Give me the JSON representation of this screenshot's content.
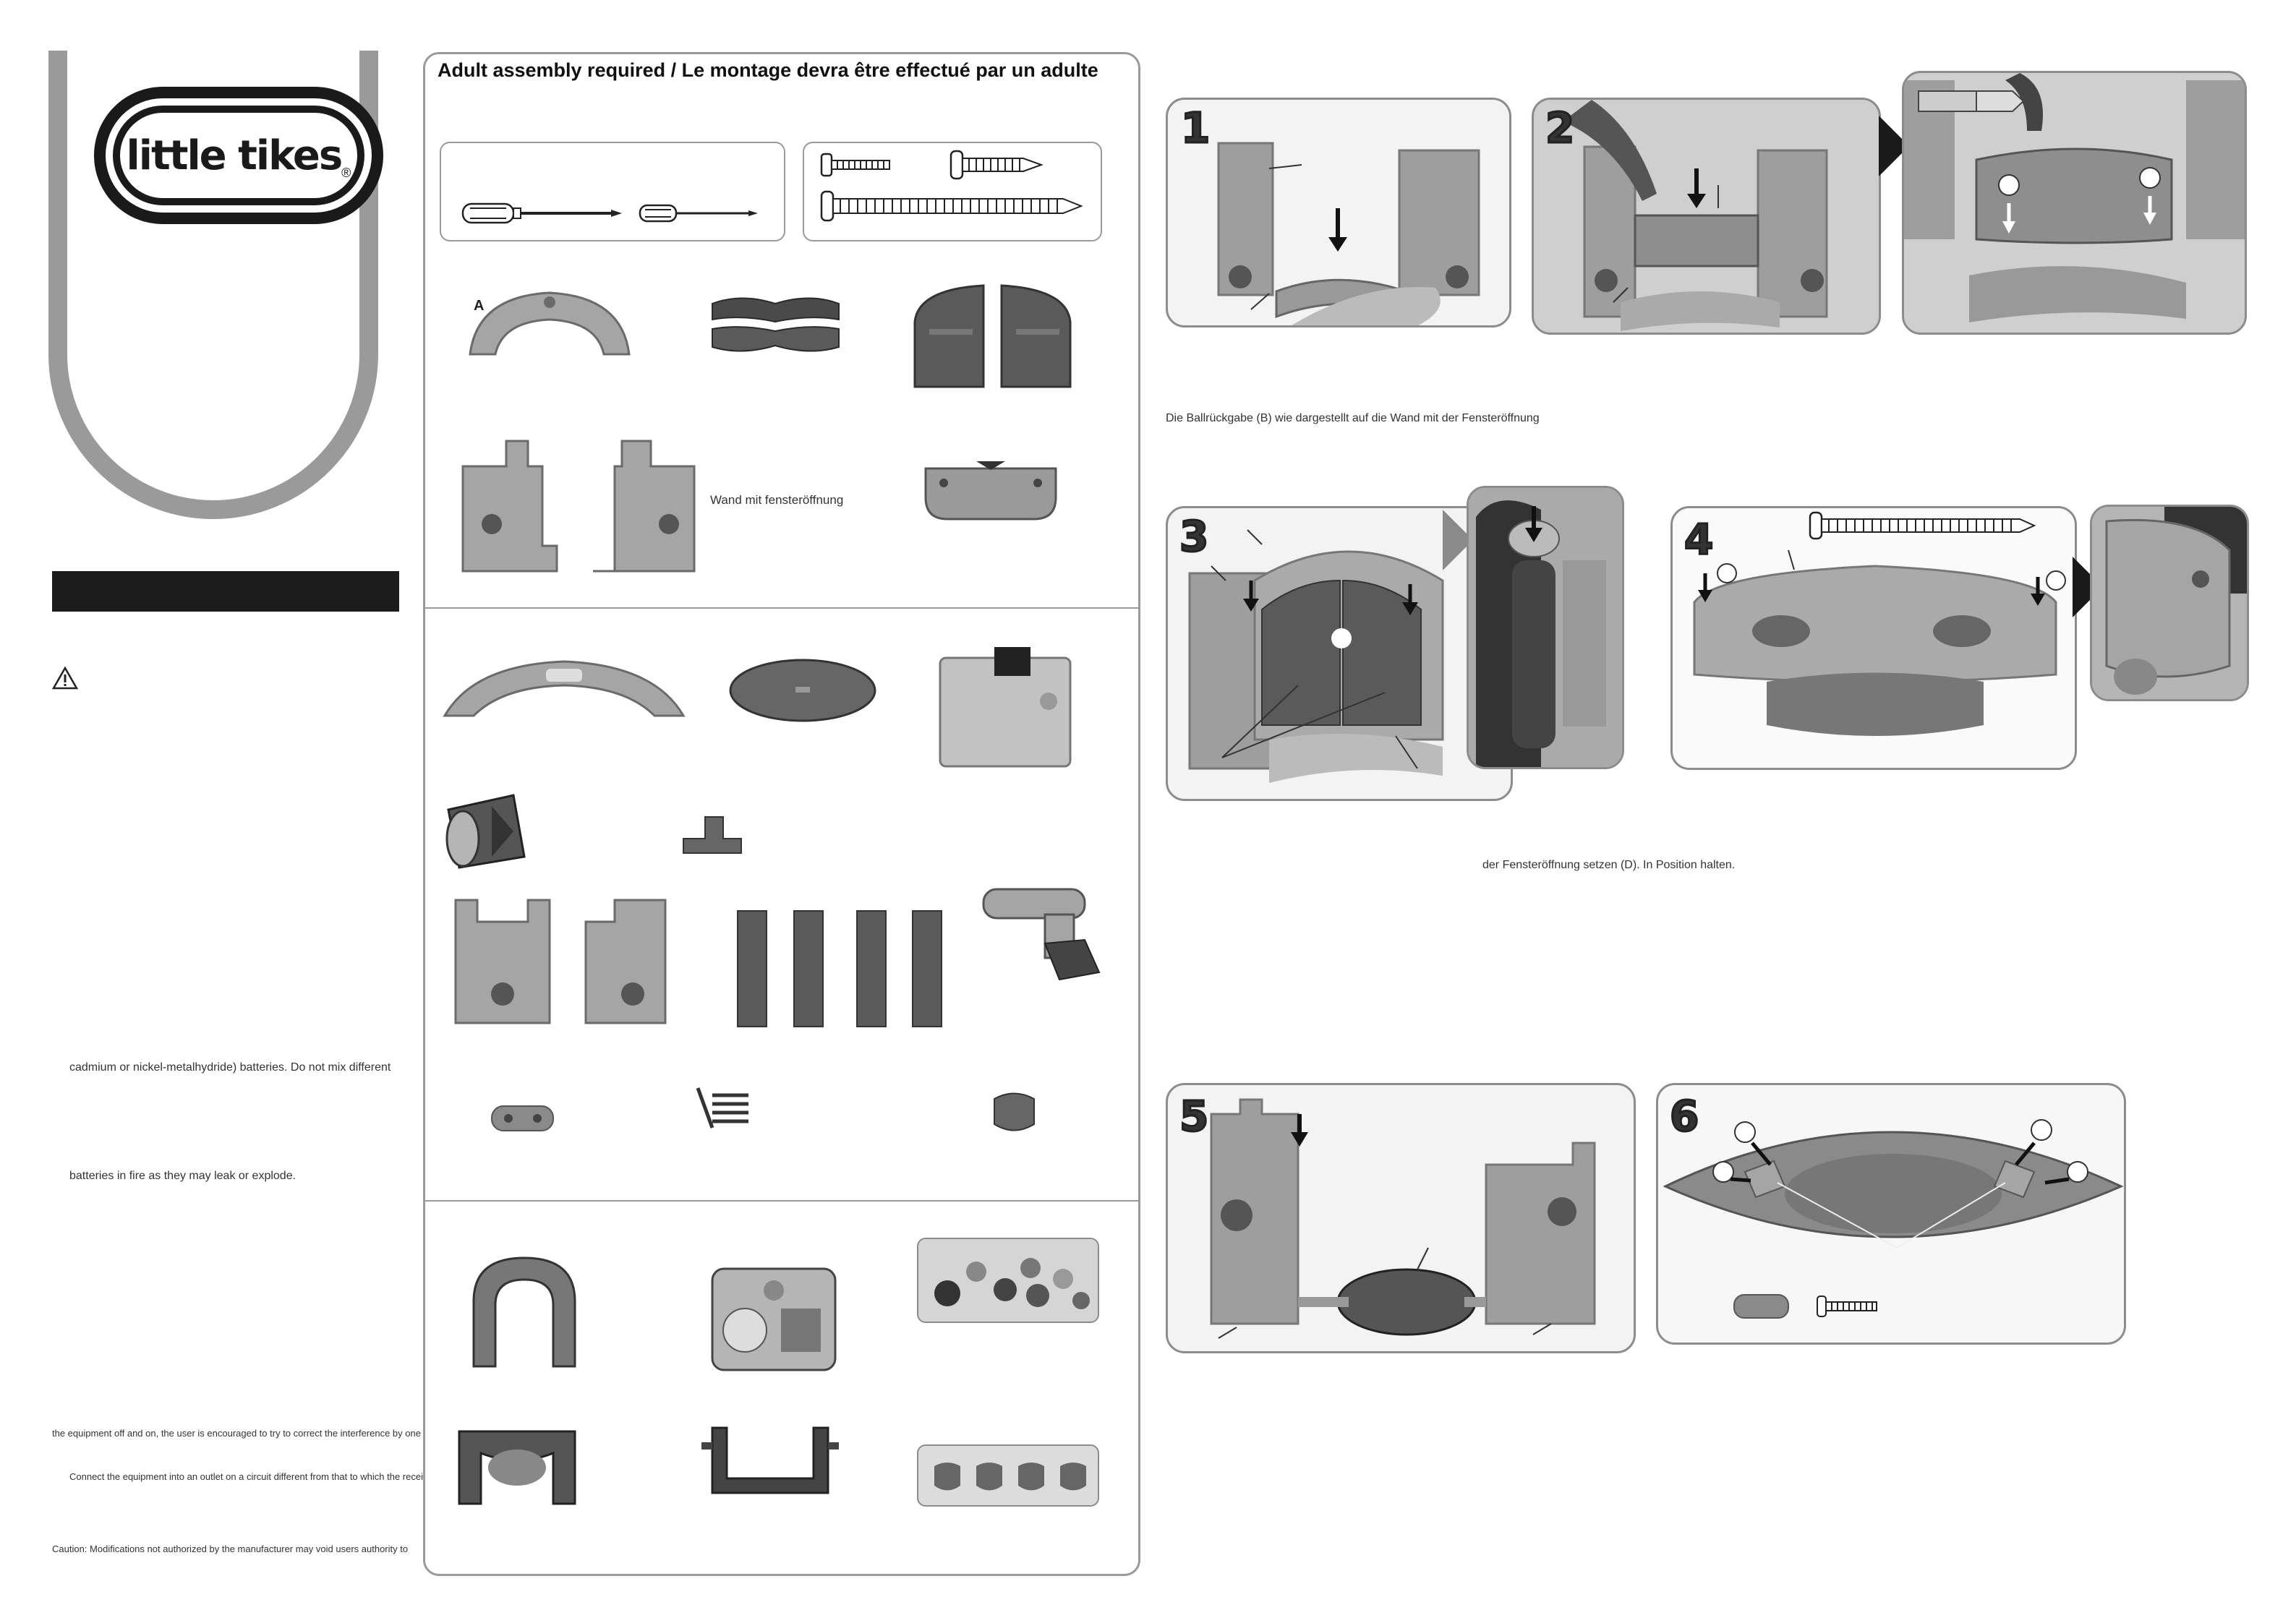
{
  "brand": {
    "logo_text": "little tikes",
    "registered": "®"
  },
  "header": {
    "title": "Adult assembly required / Le montage devra être effectué par un adulte"
  },
  "labels": {
    "part_a": "A",
    "wand": "Wand mit fensteröffnung"
  },
  "left_column": {
    "warning_icon": "warning-triangle-icon",
    "battery_line1": "cadmium or nickel-metalhydride) batteries. Do not mix different",
    "battery_line2": "batteries in fire as they may leak or explode.",
    "fcc_line1": "the equipment off and on, the user is encouraged to try to correct the interference by one or more",
    "fcc_line2": "Connect the equipment into an outlet on a circuit different from that to which the receiver",
    "fcc_line3": "Caution: Modifications not authorized by the manufacturer may void users authority to"
  },
  "steps": {
    "s1": "1",
    "s2": "2",
    "s3": "3",
    "s4": "4",
    "s5": "5",
    "s6": "6",
    "caption_12": "Die Ballrückgabe (B) wie dargestellt auf die Wand mit der Fensteröffnung",
    "caption_34": "der Fensteröffnung setzen (D). In Position halten."
  },
  "colors": {
    "border": "#9a9a9a",
    "part_gray": "#9e9e9e",
    "part_dark": "#4a4a4a",
    "black_bar": "#1c1c1c"
  }
}
